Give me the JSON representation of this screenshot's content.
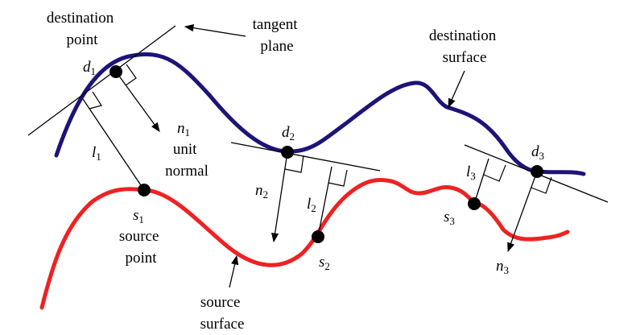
{
  "labels": {
    "destination_point": [
      "destination",
      "point"
    ],
    "tangent_plane": [
      "tangent",
      "plane"
    ],
    "destination_surface": [
      "destination",
      "surface"
    ],
    "unit_normal": [
      "unit",
      "normal"
    ],
    "source_point": [
      "source",
      "point"
    ],
    "source_surface": [
      "source",
      "surface"
    ]
  },
  "variables": {
    "d1": {
      "base": "d",
      "sub": "1"
    },
    "d2": {
      "base": "d",
      "sub": "2"
    },
    "d3": {
      "base": "d",
      "sub": "3"
    },
    "n1": {
      "base": "n",
      "sub": "1"
    },
    "n2": {
      "base": "n",
      "sub": "2"
    },
    "n3": {
      "base": "n",
      "sub": "3"
    },
    "l1": {
      "base": "l",
      "sub": "1"
    },
    "l2": {
      "base": "l",
      "sub": "2"
    },
    "l3": {
      "base": "l",
      "sub": "3"
    },
    "s1": {
      "base": "s",
      "sub": "1"
    },
    "s2": {
      "base": "s",
      "sub": "2"
    },
    "s3": {
      "base": "s",
      "sub": "3"
    }
  },
  "colors": {
    "destination_curve": "#1c1478",
    "source_curve": "#ee2222",
    "ink": "#000000"
  }
}
